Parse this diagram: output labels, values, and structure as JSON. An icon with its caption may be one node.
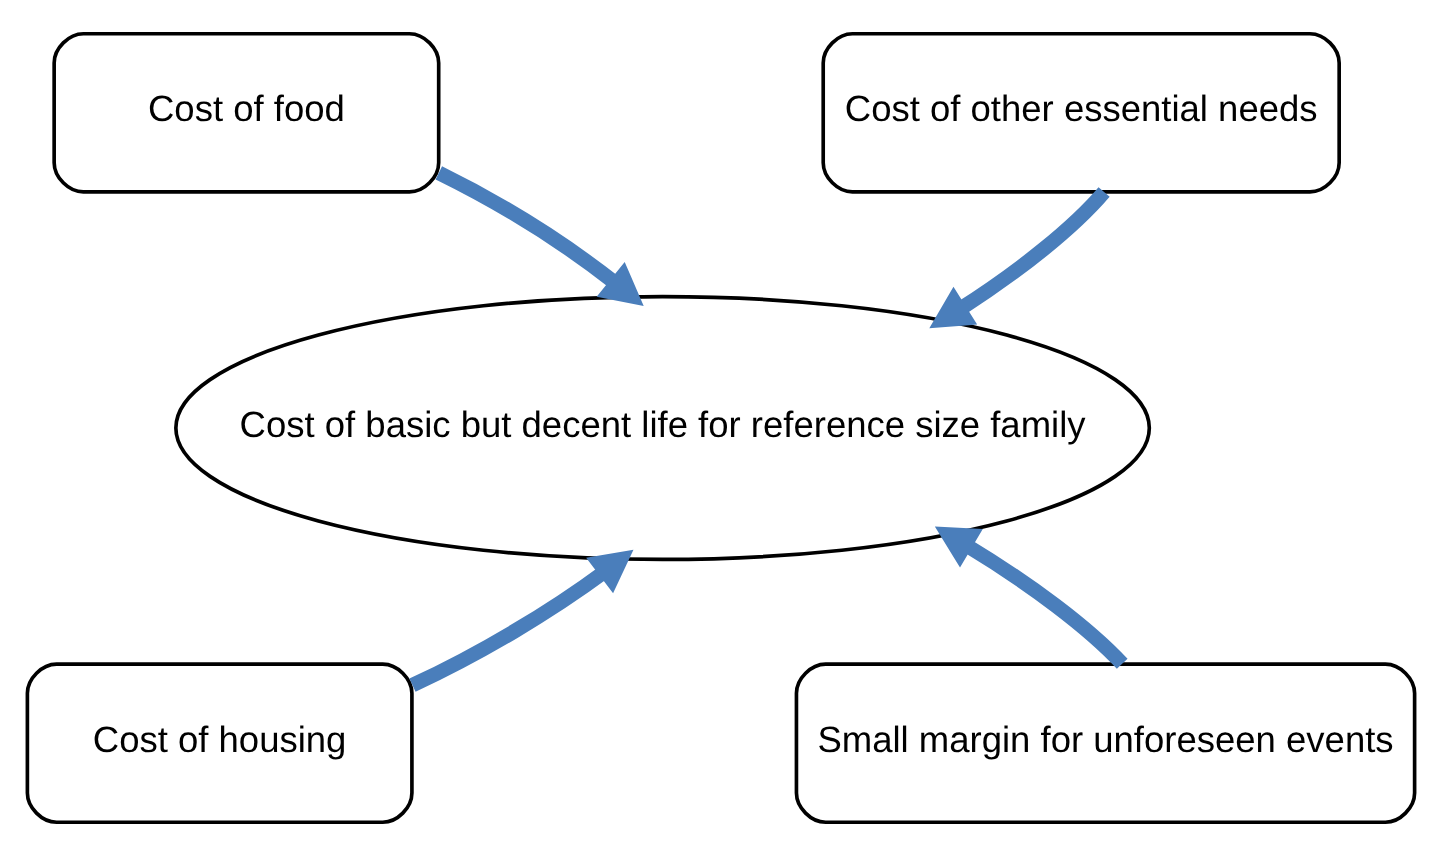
{
  "diagram": {
    "nodes": [
      {
        "text": [
          "Cost of food"
        ]
      },
      {
        "text": [
          "Cost of other essential needs"
        ]
      },
      {
        "text": [
          "Cost of basic but decent life for reference size family"
        ]
      },
      {
        "text": [
          "Cost of housing"
        ]
      },
      {
        "text": [
          "Small margin for unforeseen events"
        ]
      }
    ],
    "edges": [
      {
        "from": 0,
        "to": 2,
        "arrow": "to"
      },
      {
        "from": 1,
        "to": 2,
        "arrow": "to"
      },
      {
        "from": 3,
        "to": 2,
        "arrow": "to"
      },
      {
        "from": 4,
        "to": 2,
        "arrow": "to"
      }
    ]
  }
}
